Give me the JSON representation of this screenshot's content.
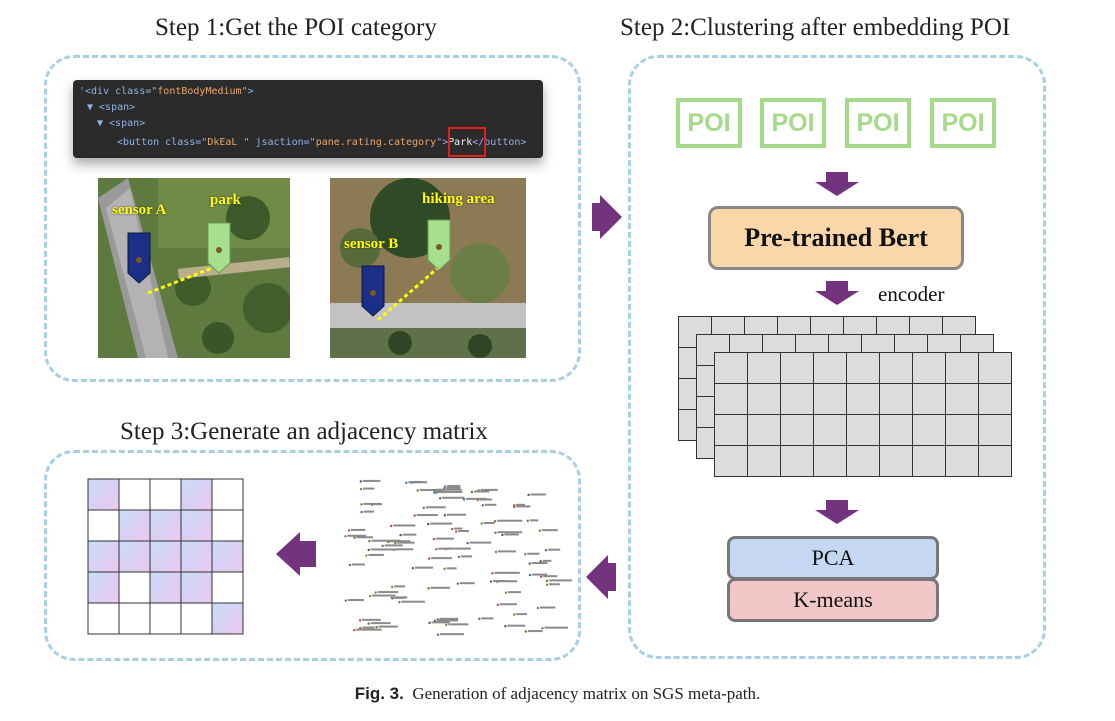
{
  "step1": {
    "title": "Step 1:Get the POI category"
  },
  "step2": {
    "title": "Step 2:Clustering after embedding POI"
  },
  "step3": {
    "title": "Step 3:Generate an adjacency matrix"
  },
  "code": {
    "line1_open": "'<div class=\"",
    "line1_val": "fontBodyMedium",
    "line1_close": "\">",
    "line2": "▼ <span>",
    "line3": "▼ <span>",
    "line4_open": "<button class=\"",
    "line4_cls": "DkEaL ",
    "line4_mid": "\" jsaction=\"",
    "line4_act": "pane.rating.category",
    "line4_gt": "\">",
    "line4_text": "Park",
    "line4_end": "</button>"
  },
  "images": {
    "left": {
      "sensor_label": "sensor A",
      "poi_label": "park"
    },
    "right": {
      "sensor_label": "sensor B",
      "poi_label": "hiking area"
    }
  },
  "poi_boxes": [
    "POI",
    "POI",
    "POI",
    "POI"
  ],
  "model": {
    "bert_label": "Pre-trained Bert",
    "encoder_label": "encoder"
  },
  "methods": {
    "pca_label": "PCA",
    "kmeans_label": "K-means"
  },
  "matrix": {
    "size": 5,
    "highlighted": [
      [
        0,
        0
      ],
      [
        0,
        3
      ],
      [
        1,
        1
      ],
      [
        1,
        2
      ],
      [
        1,
        3
      ],
      [
        2,
        0
      ],
      [
        2,
        1
      ],
      [
        2,
        2
      ],
      [
        2,
        3
      ],
      [
        2,
        4
      ],
      [
        3,
        0
      ],
      [
        3,
        2
      ],
      [
        3,
        3
      ],
      [
        4,
        4
      ]
    ]
  },
  "colors": {
    "arrow": "#73337f",
    "poi_green": "#a6d98a",
    "panel_border": "#a8cfe6",
    "bert_fill": "#fad7a8",
    "pca_fill": "#c6d7f3",
    "kmeans_fill": "#f3c7c8"
  },
  "caption": {
    "label": "Fig. 3.",
    "text": "Generation of adjacency matrix on SGS meta-path."
  }
}
